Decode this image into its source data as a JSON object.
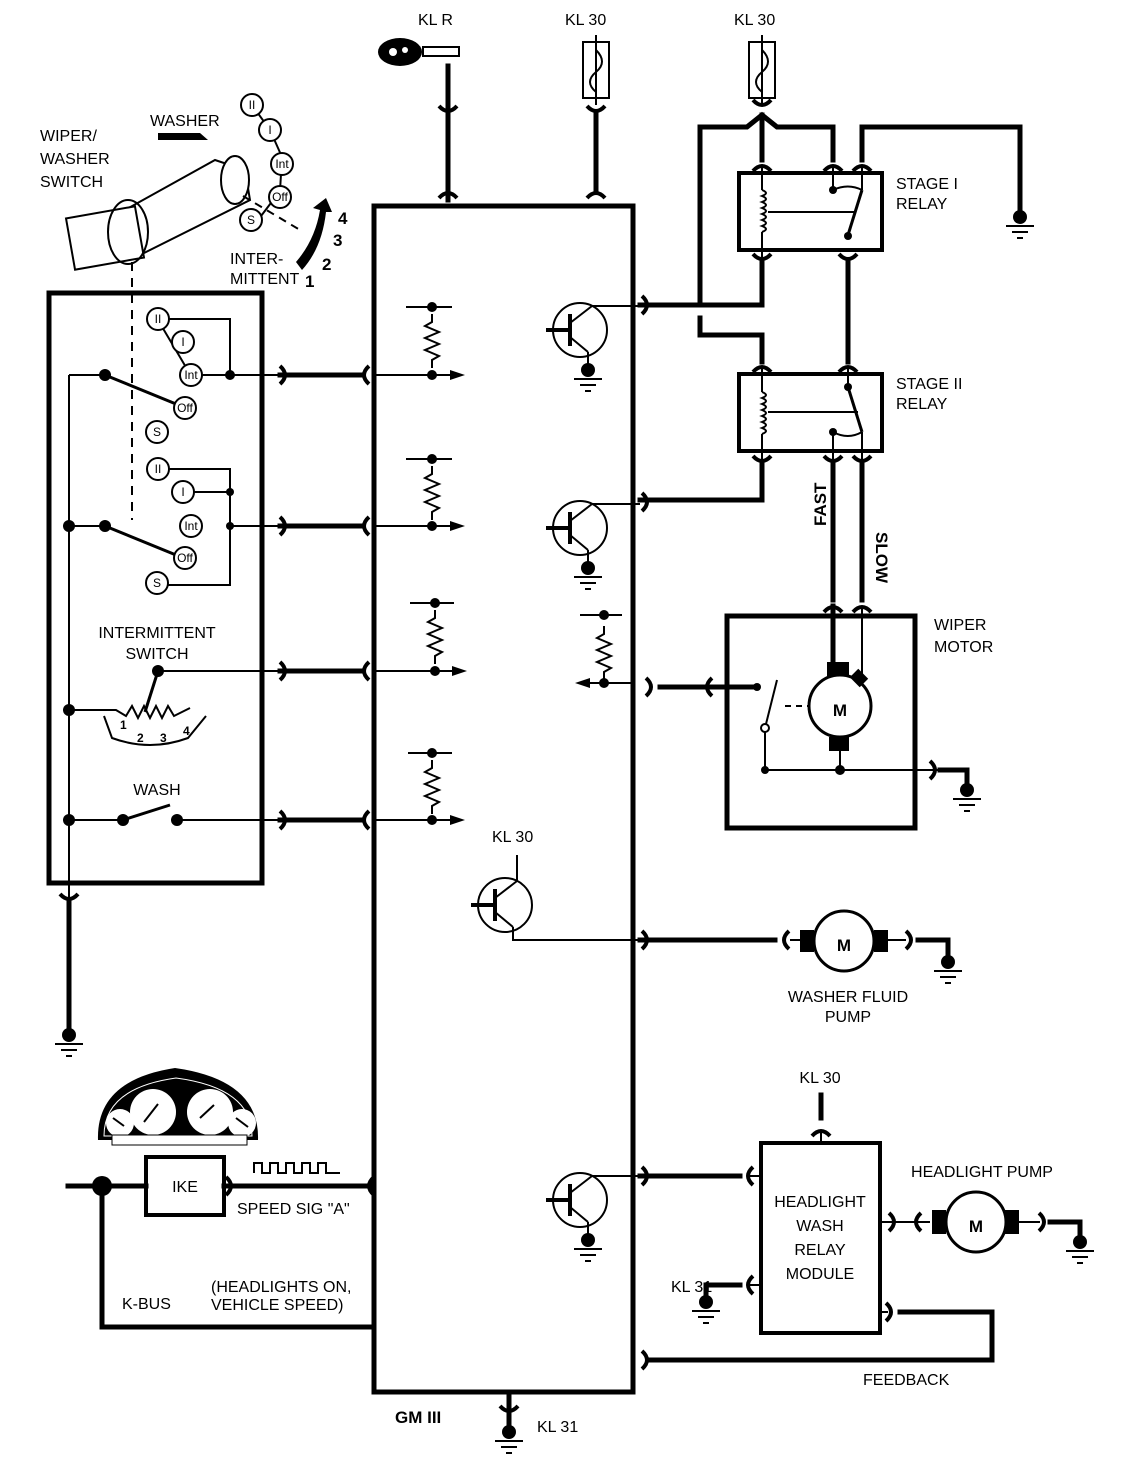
{
  "diagram": {
    "title": "GM III",
    "colors": {
      "line": "#000000",
      "background": "#ffffff"
    },
    "supplies": {
      "kl_r": "KL R",
      "kl_30_a": "KL 30",
      "kl_30_b": "KL 30",
      "kl_30_transistor": "KL 30",
      "kl_30_headlight": "KL 30",
      "kl_31_module": "KL 31",
      "kl_31_headlight": "KL 31"
    },
    "switch": {
      "title_line1": "WIPER/",
      "title_line2": "WASHER",
      "title_line3": "SWITCH",
      "washer_label": "WASHER",
      "intermittent_line1": "INTER-",
      "intermittent_line2": "MITTENT",
      "positions": [
        "II",
        "I",
        "Int",
        "Off",
        "S"
      ],
      "int_steps": [
        "1",
        "2",
        "3",
        "4"
      ]
    },
    "switch_box": {
      "intermittent_switch_line1": "INTERMITTENT",
      "intermittent_switch_line2": "SWITCH",
      "wash_label": "WASH",
      "positions": [
        "II",
        "I",
        "Int",
        "Off",
        "S"
      ],
      "int_steps": [
        "1",
        "2",
        "3",
        "4"
      ]
    },
    "relays": {
      "stage1_line1": "STAGE I",
      "stage1_line2": "RELAY",
      "stage2_line1": "STAGE II",
      "stage2_line2": "RELAY",
      "fast": "FAST",
      "slow": "SLOW"
    },
    "wiper_motor": {
      "line1": "WIPER",
      "line2": "MOTOR",
      "symbol": "M"
    },
    "washer_pump": {
      "line1": "WASHER FLUID",
      "line2": "PUMP",
      "symbol": "M"
    },
    "headlight": {
      "module_line1": "HEADLIGHT",
      "module_line2": "WASH",
      "module_line3": "RELAY",
      "module_line4": "MODULE",
      "pump_label": "HEADLIGHT PUMP",
      "symbol": "M",
      "feedback": "FEEDBACK"
    },
    "ike": {
      "label": "IKE",
      "speed_signal": "SPEED SIG \"A\"",
      "kbus": "K-BUS",
      "kbus_note_line1": "(HEADLIGHTS ON,",
      "kbus_note_line2": "VEHICLE SPEED)"
    },
    "icons": [
      "ignition-key-icon",
      "fuse-icon",
      "ground-icon",
      "relay-coil-icon",
      "motor-icon",
      "transistor-icon",
      "resistor-icon",
      "instrument-cluster-icon"
    ]
  }
}
